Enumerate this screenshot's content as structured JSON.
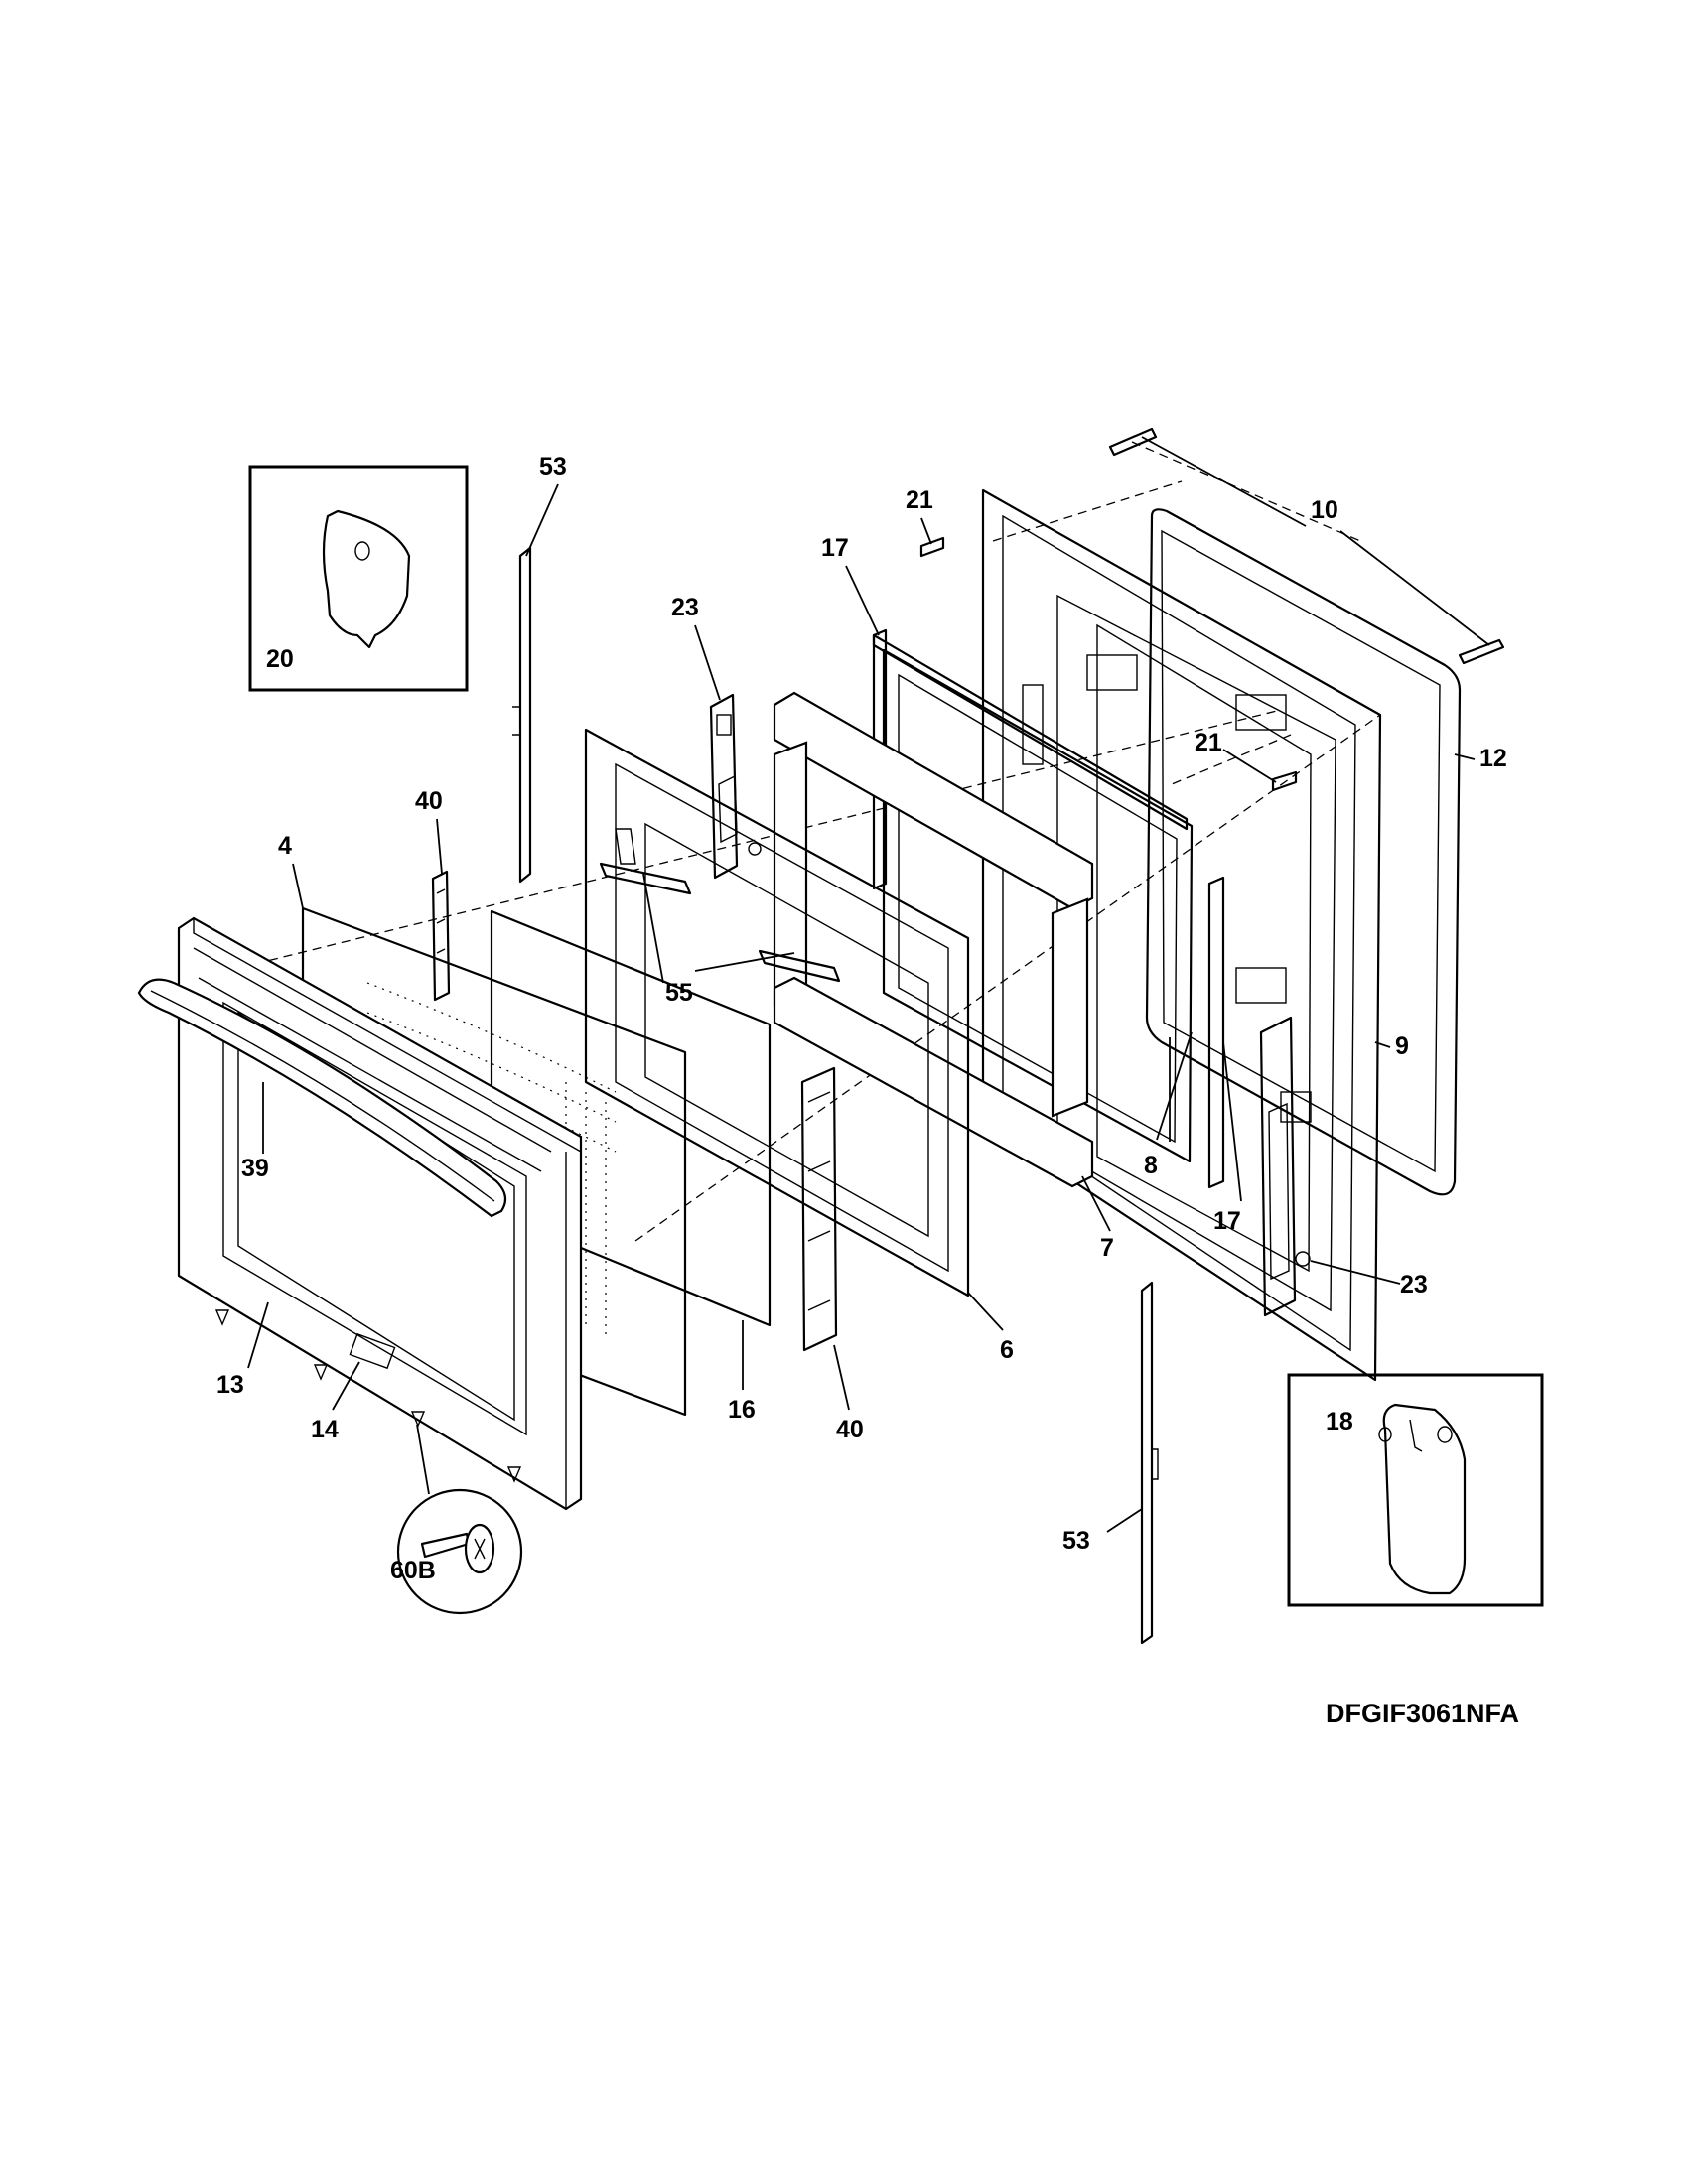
{
  "model_code": "DFGIF3061NFA",
  "labels": {
    "l53_top": "53",
    "l21_top": "21",
    "l17_top": "17",
    "l10": "10",
    "l23_top": "23",
    "l20": "20",
    "l21_mid": "21",
    "l12": "12",
    "l40_top": "40",
    "l4": "4",
    "l55": "55",
    "l9": "9",
    "l39": "39",
    "l8": "8",
    "l7": "7",
    "l17_bot": "17",
    "l23_bot": "23",
    "l6": "6",
    "l13": "13",
    "l16": "16",
    "l40_bot": "40",
    "l14": "14",
    "l18": "18",
    "l53_bot": "53",
    "l60B": "60B"
  }
}
